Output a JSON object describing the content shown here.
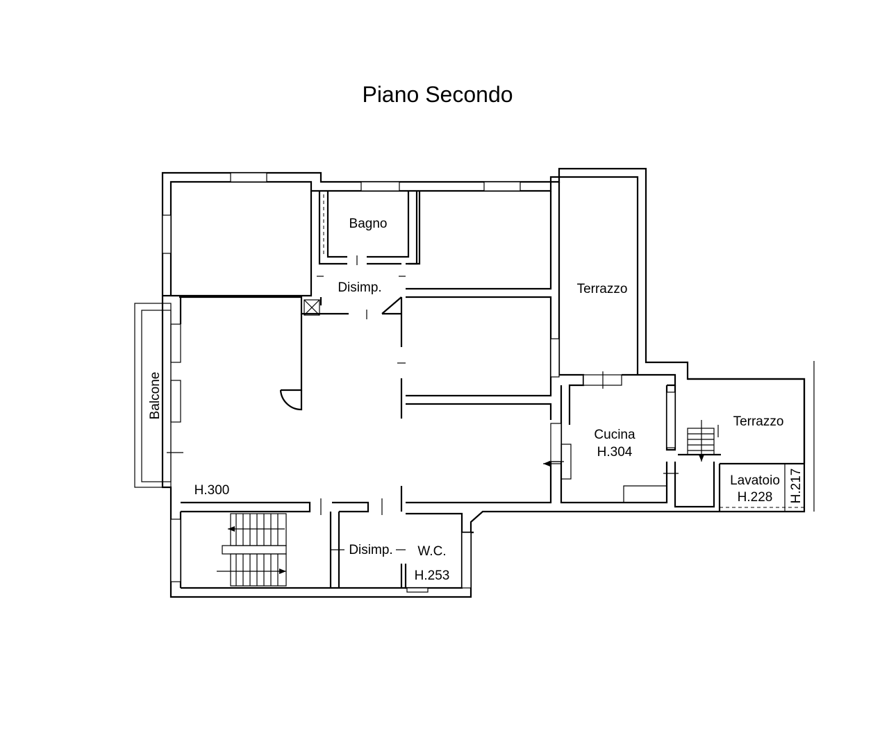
{
  "title": "Piano Secondo",
  "rooms": {
    "bagno": "Bagno",
    "disimpegno_1": "Disimp.",
    "terrazzo_1": "Terrazzo",
    "balcone": "Balcone",
    "cucina": "Cucina",
    "cucina_height": "H.304",
    "terrazzo_2": "Terrazzo",
    "lavatoio": "Lavatoio",
    "lavatoio_height": "H.228",
    "lavatoio_side_height": "H.217",
    "living_height": "H.300",
    "disimpegno_2": "Disimp.",
    "wc": "W.C.",
    "wc_height": "H.253"
  }
}
